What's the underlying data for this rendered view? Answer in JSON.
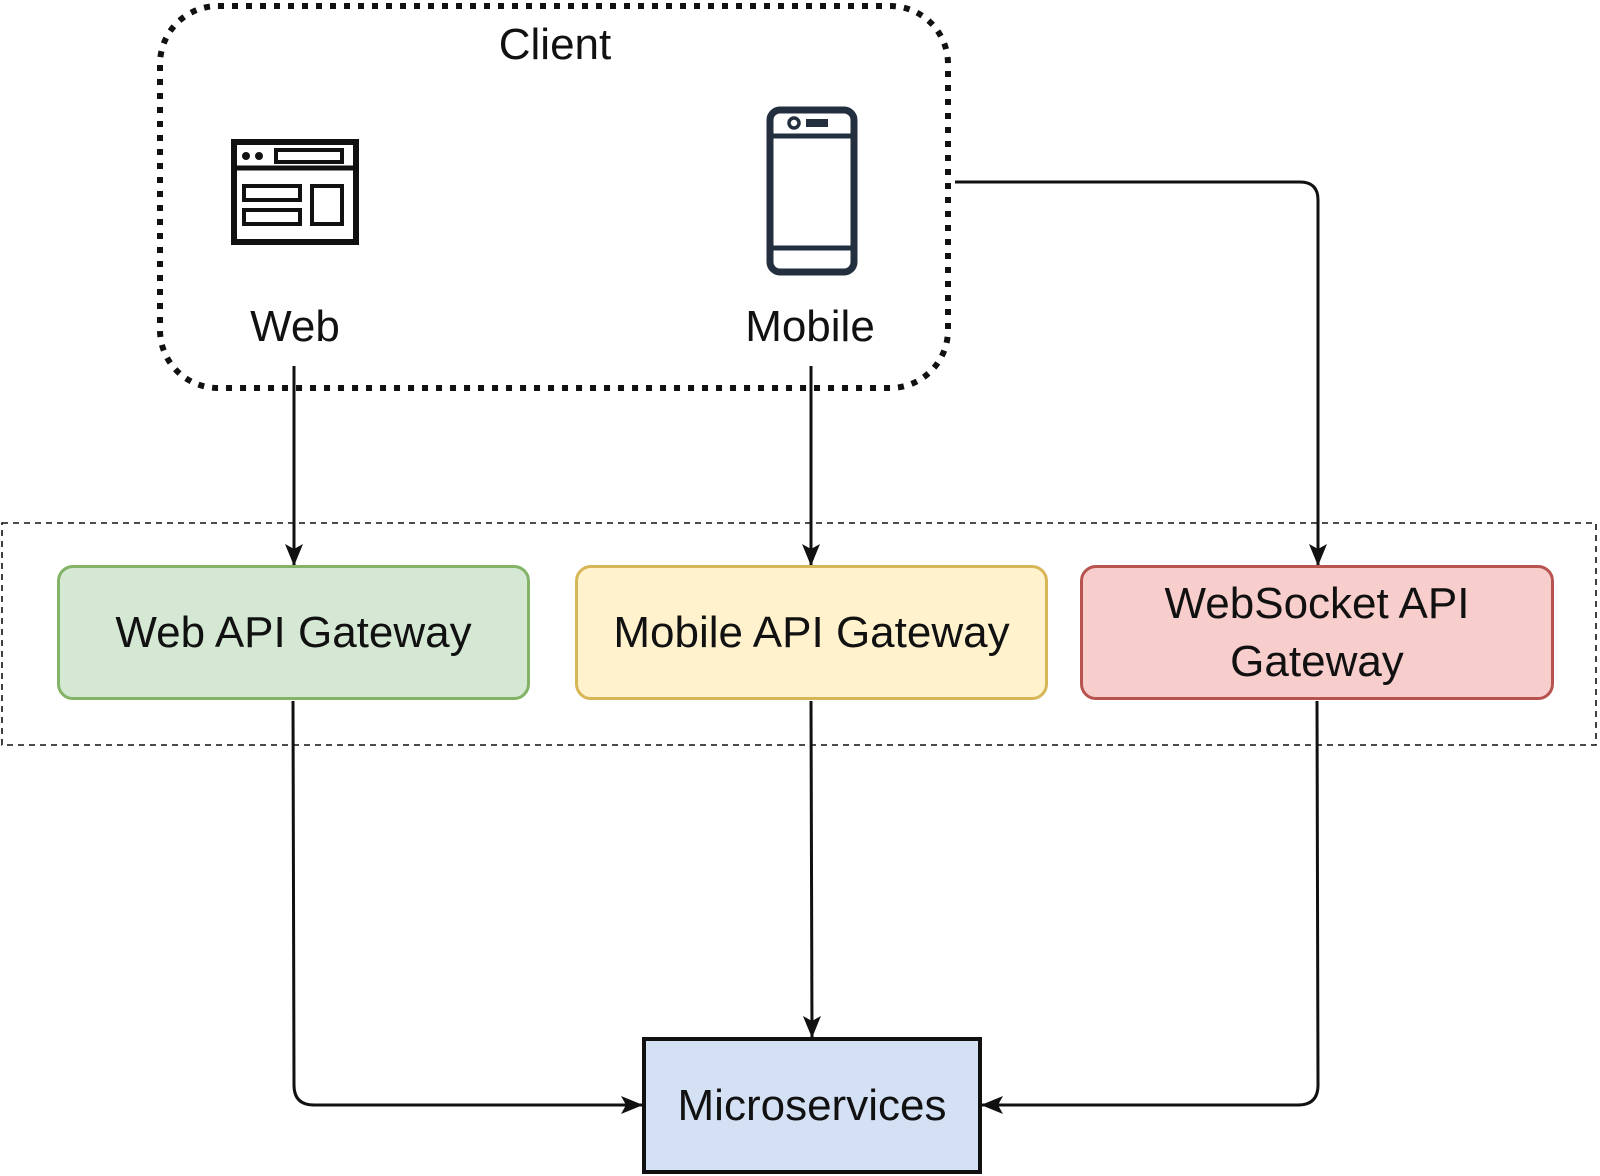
{
  "client": {
    "title": "Client",
    "web_label": "Web",
    "mobile_label": "Mobile",
    "web_icon": "browser-window-icon",
    "mobile_icon": "smartphone-icon"
  },
  "gateways": {
    "web": "Web API Gateway",
    "mobile": "Mobile API Gateway",
    "websocket": "WebSocket API Gateway"
  },
  "backend": {
    "label": "Microservices"
  },
  "colors": {
    "web_fill": "#d5e8d4",
    "web_stroke": "#82b366",
    "mobile_fill": "#fff2cc",
    "mobile_stroke": "#d6b656",
    "websocket_fill": "#f8cecc",
    "websocket_stroke": "#b85450",
    "micro_fill": "#d4e1f5",
    "micro_stroke": "#111111",
    "line": "#111111"
  }
}
